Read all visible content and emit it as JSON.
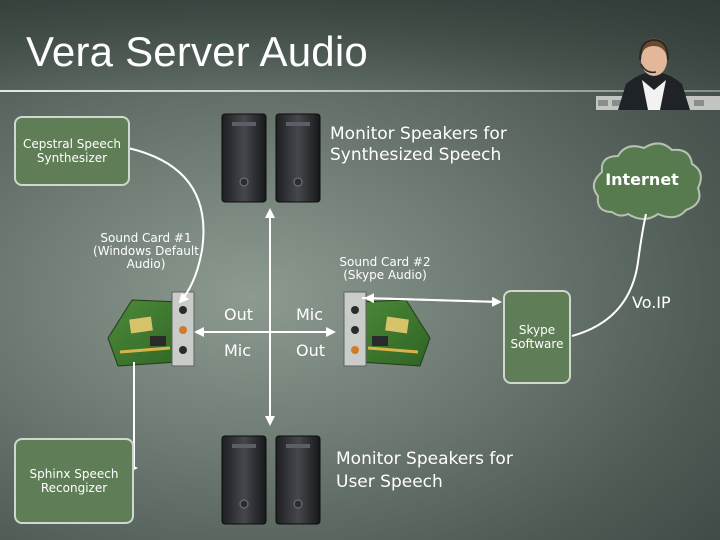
{
  "title": "Vera Server Audio",
  "boxes": {
    "cepstral": "Cepstral Speech Synthesizer",
    "sphinx": "Sphinx Speech Recongizer",
    "skype": "Skype Software"
  },
  "sound_cards": {
    "card1": "Sound Card #1 (Windows Default Audio)",
    "card2": "Sound Card #2 (Skype Audio)"
  },
  "ports": {
    "card1_top": "Out",
    "card1_bottom": "Mic",
    "card2_top": "Mic",
    "card2_bottom": "Out"
  },
  "speakers": {
    "synth": "Monitor Speakers for Synthesized Speech",
    "user": "Monitor Speakers for User Speech"
  },
  "network": {
    "cloud": "Internet",
    "link": "Vo.IP"
  },
  "icons": [
    "speaker-icon",
    "sound-card-icon",
    "cloud-icon",
    "headset-operator-icon"
  ],
  "colors": {
    "box_fill": "#5f7d56",
    "box_border": "#cfd8cf",
    "cloud_fill": "#587a4f",
    "connector": "#ffffff"
  }
}
